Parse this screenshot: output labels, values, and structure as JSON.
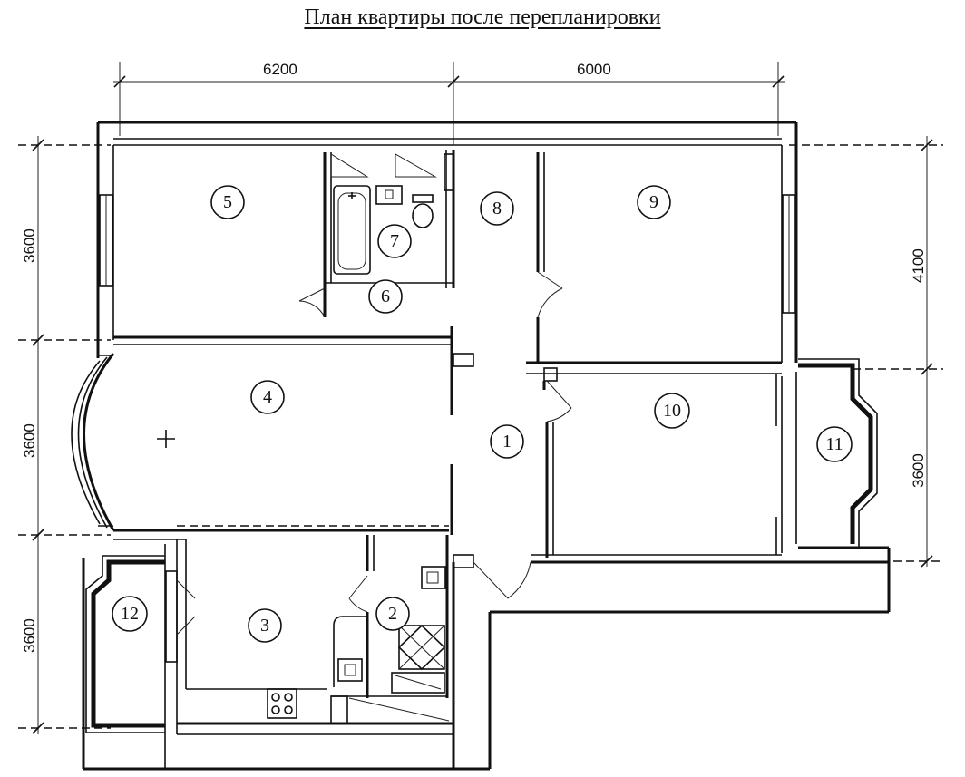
{
  "title": "План квартиры после перепланировки",
  "dimensions": {
    "top": [
      "6200",
      "6000"
    ],
    "left": [
      "3600",
      "3600",
      "3600"
    ],
    "right": [
      "4100",
      "3600"
    ]
  },
  "rooms": [
    {
      "id": "1",
      "label": "1"
    },
    {
      "id": "2",
      "label": "2"
    },
    {
      "id": "3",
      "label": "3"
    },
    {
      "id": "4",
      "label": "4"
    },
    {
      "id": "5",
      "label": "5"
    },
    {
      "id": "6",
      "label": "6"
    },
    {
      "id": "7",
      "label": "7"
    },
    {
      "id": "8",
      "label": "8"
    },
    {
      "id": "9",
      "label": "9"
    },
    {
      "id": "10",
      "label": "10"
    },
    {
      "id": "11",
      "label": "11"
    },
    {
      "id": "12",
      "label": "12"
    }
  ]
}
